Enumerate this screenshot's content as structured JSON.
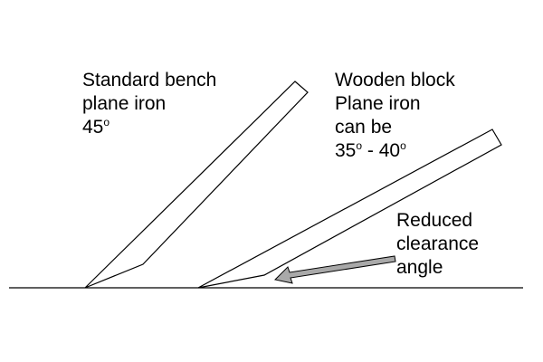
{
  "labels": {
    "standard": {
      "line1": "Standard bench",
      "line2": "plane iron",
      "angle_value": "45",
      "degree_mark": "o"
    },
    "wooden": {
      "line1": "Wooden block",
      "line2": "Plane iron",
      "line3": "can be",
      "angle_low": "35",
      "angle_low_degree": "o",
      "range_separator": " - ",
      "angle_high": "40",
      "angle_high_degree": "o"
    },
    "reduced": {
      "line1": "Reduced",
      "line2": "clearance",
      "line3": "angle"
    }
  },
  "colors": {
    "line": "#000000",
    "arrow_fill": "#a9a9a9",
    "background": "#ffffff"
  }
}
